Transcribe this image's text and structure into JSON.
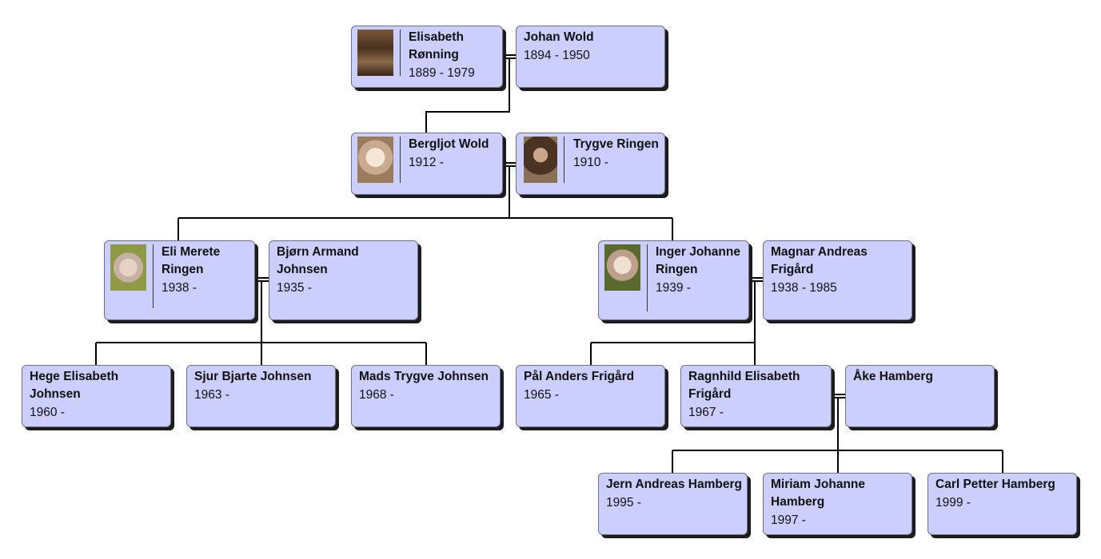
{
  "tree": {
    "line_color": "#000000",
    "box_color": "#cccffe",
    "people": {
      "elisabeth_ronning": {
        "name": "Elisabeth Rønning",
        "years": "1889 - 1979",
        "photo": "portrait-photo"
      },
      "johan_wold": {
        "name": "Johan Wold",
        "years": "1894 - 1950"
      },
      "bergljot_wold": {
        "name": "Bergljot Wold",
        "years": "1912 -",
        "photo": "portrait-photo"
      },
      "trygve_ringen": {
        "name": "Trygve Ringen",
        "years": "1910 -",
        "photo": "portrait-photo"
      },
      "eli_merete_ringen": {
        "name": "Eli Merete Ringen",
        "years": "1938 -",
        "photo": "portrait-photo"
      },
      "bjorn_armand_johnsen": {
        "name": "Bjørn Armand Johnsen",
        "years": "1935 -"
      },
      "inger_johanne_ringen": {
        "name": "Inger Johanne Ringen",
        "years": "1939 -",
        "photo": "portrait-photo"
      },
      "magnar_andreas_frigard": {
        "name": "Magnar Andreas Frigård",
        "years": "1938 - 1985"
      },
      "hege_elisabeth_johnsen": {
        "name": "Hege Elisabeth Johnsen",
        "years": "1960 -"
      },
      "sjur_bjarte_johnsen": {
        "name": "Sjur Bjarte Johnsen",
        "years": "1963 -"
      },
      "mads_trygve_johnsen": {
        "name": "Mads Trygve Johnsen",
        "years": "1968 -"
      },
      "pal_anders_frigard": {
        "name": "Pål Anders Frigård",
        "years": "1965 -"
      },
      "ragnhild_elisabeth_frigard": {
        "name": "Ragnhild Elisabeth Frigård",
        "years": "1967 -"
      },
      "ake_hamberg": {
        "name": "Åke Hamberg",
        "years": ""
      },
      "jern_andreas_hamberg": {
        "name": "Jern Andreas Hamberg",
        "years": "1995 -"
      },
      "miriam_johanne_hamberg": {
        "name": "Miriam Johanne Hamberg",
        "years": "1997 -"
      },
      "carl_petter_hamberg": {
        "name": "Carl Petter Hamberg",
        "years": "1999 -"
      }
    }
  }
}
